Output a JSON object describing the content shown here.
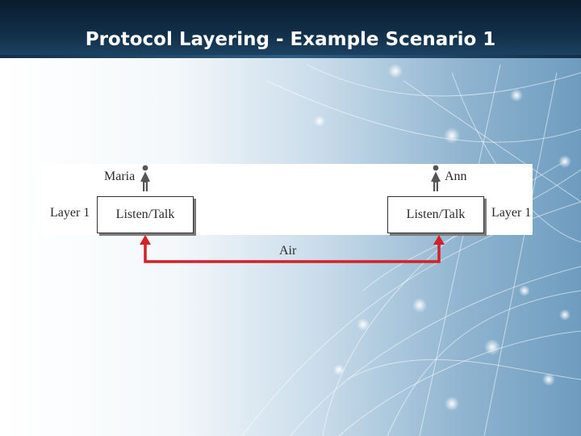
{
  "header": {
    "title": "Protocol Layering - Example Scenario 1"
  },
  "diagram": {
    "left_person": {
      "name": "Maria",
      "layer_label": "Layer 1",
      "box_label": "Listen/Talk"
    },
    "right_person": {
      "name": "Ann",
      "layer_label": "Layer 1",
      "box_label": "Listen/Talk"
    },
    "medium_label": "Air",
    "colors": {
      "arrow": "#d42027",
      "box_border": "#333333",
      "box_shadow": "#7a7a7a",
      "title_band": "#12304a"
    },
    "icons": [
      "woman-icon",
      "woman-icon"
    ]
  }
}
